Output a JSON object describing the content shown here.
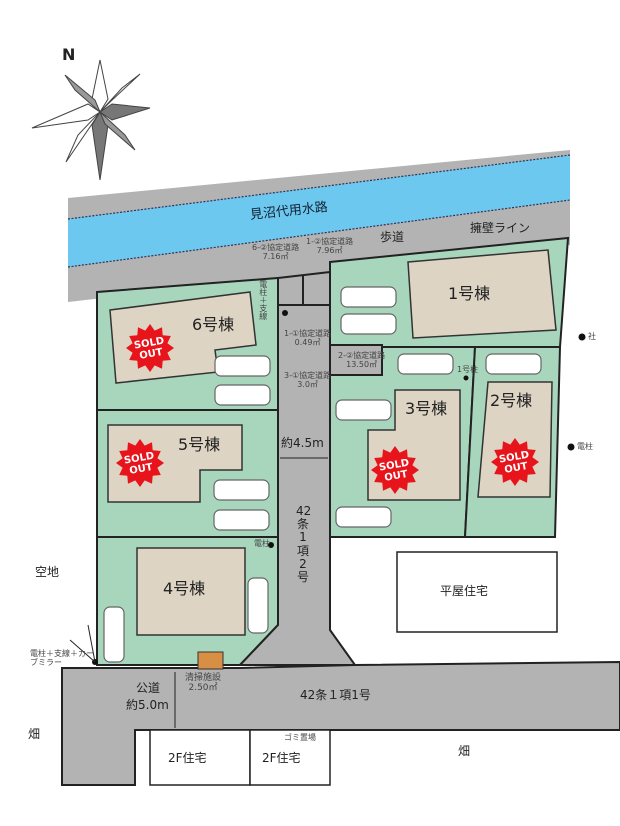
{
  "compass": {
    "north_label": "N"
  },
  "canal": {
    "label": "見沼代用水路"
  },
  "sidewalk": {
    "label": "歩道"
  },
  "retaining_wall": {
    "label": "擁壁ライン"
  },
  "easements": [
    {
      "name": "6-②協定道路",
      "area": "7.16㎡"
    },
    {
      "name": "1-②協定道路",
      "area": "7.96㎡"
    },
    {
      "name": "1-①協定道路",
      "area": "0.49㎡"
    },
    {
      "name": "2-②協定道路",
      "area": "13.50㎡"
    },
    {
      "name": "3-①協定道路",
      "area": "3.0㎡"
    }
  ],
  "utility_labels": {
    "pole_stay_top": "電柱＋支線",
    "pole_mid_left": "電柱",
    "pole_right_1": "社",
    "pole_right_2": "電柱",
    "pole_lot": "1号柱",
    "pole_corner": "電柱＋支線＋カーブミラー"
  },
  "houses": [
    {
      "label": "1号棟",
      "sold_out": false
    },
    {
      "label": "2号棟",
      "sold_out": true
    },
    {
      "label": "3号棟",
      "sold_out": true
    },
    {
      "label": "4号棟",
      "sold_out": false
    },
    {
      "label": "5号棟",
      "sold_out": true
    },
    {
      "label": "6号棟",
      "sold_out": true
    }
  ],
  "sold_out_badge": {
    "line1": "SOLD",
    "line2": "OUT",
    "color": "#e8141c"
  },
  "private_road": {
    "width": "約4.5m",
    "type": "42条1項2号"
  },
  "public_road": {
    "label": "公道",
    "width": "約5.0m",
    "type": "42条１項1号"
  },
  "cleaning_facility": {
    "label": "清掃施設",
    "area": "2.50㎡"
  },
  "garbage": {
    "label": "ゴミ置場"
  },
  "surroundings": {
    "vacant": "空地",
    "single_story": "平屋住宅",
    "two_story_1": "2F住宅",
    "two_story_2": "2F住宅",
    "field_left": "畑",
    "field_right": "畑"
  },
  "colors": {
    "water": "#6cc8ef",
    "road": "#b3b3b3",
    "lot": "#a8d6bd",
    "house": "#ddd4c4",
    "facility": "#d88f45"
  }
}
